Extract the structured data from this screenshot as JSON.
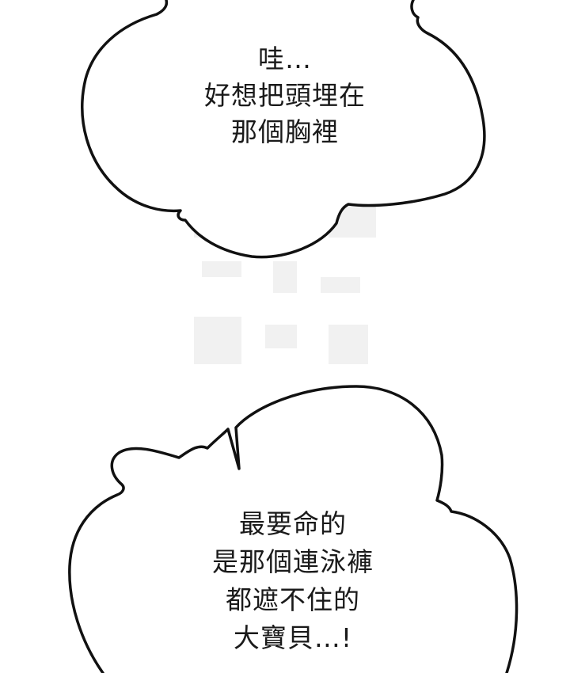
{
  "bubbles": [
    {
      "lines": [
        "哇…",
        "好想把頭埋在",
        "那個胸裡"
      ]
    },
    {
      "lines": [
        "最要命的",
        "是那個連泳褲",
        "都遮不住的",
        "大寶貝…!"
      ]
    }
  ],
  "colors": {
    "background": "#ffffff",
    "outline": "#111111",
    "text": "#1a1a1a"
  }
}
